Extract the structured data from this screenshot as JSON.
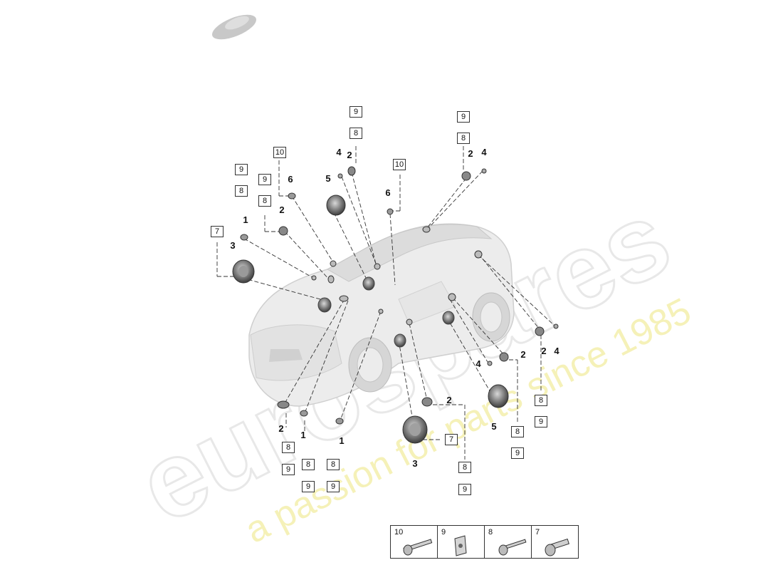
{
  "watermark": {
    "brand": "eurospares",
    "tagline": "a passion for parts since 1985"
  },
  "parts": [
    {
      "id": "p1a",
      "num": "1"
    },
    {
      "id": "p1b",
      "num": "1"
    },
    {
      "id": "p1c",
      "num": "1"
    },
    {
      "id": "p2a",
      "num": "2"
    },
    {
      "id": "p2b",
      "num": "2"
    },
    {
      "id": "p2c",
      "num": "2"
    },
    {
      "id": "p2d",
      "num": "2"
    },
    {
      "id": "p2e",
      "num": "2"
    },
    {
      "id": "p2f",
      "num": "2"
    },
    {
      "id": "p2g",
      "num": "2"
    },
    {
      "id": "p3a",
      "num": "3"
    },
    {
      "id": "p3b",
      "num": "3"
    },
    {
      "id": "p4a",
      "num": "4"
    },
    {
      "id": "p4b",
      "num": "4"
    },
    {
      "id": "p4c",
      "num": "4"
    },
    {
      "id": "p4d",
      "num": "4"
    },
    {
      "id": "p5a",
      "num": "5"
    },
    {
      "id": "p5b",
      "num": "5"
    },
    {
      "id": "p6a",
      "num": "6"
    },
    {
      "id": "p6b",
      "num": "6"
    }
  ],
  "boxes": [
    {
      "id": "b7a",
      "num": "7"
    },
    {
      "id": "b7b",
      "num": "7"
    },
    {
      "id": "b9a",
      "num": "9"
    },
    {
      "id": "b8a",
      "num": "8"
    },
    {
      "id": "b9b",
      "num": "9"
    },
    {
      "id": "b8b",
      "num": "8"
    },
    {
      "id": "b10a",
      "num": "10"
    },
    {
      "id": "b9c",
      "num": "9"
    },
    {
      "id": "b8c",
      "num": "8"
    },
    {
      "id": "b10b",
      "num": "10"
    },
    {
      "id": "b9d",
      "num": "9"
    },
    {
      "id": "b8d",
      "num": "8"
    },
    {
      "id": "b8e",
      "num": "8"
    },
    {
      "id": "b9e",
      "num": "9"
    },
    {
      "id": "b8f",
      "num": "8"
    },
    {
      "id": "b9f",
      "num": "9"
    },
    {
      "id": "b8g",
      "num": "8"
    },
    {
      "id": "b9g",
      "num": "9"
    },
    {
      "id": "b8h",
      "num": "8"
    },
    {
      "id": "b9h",
      "num": "9"
    },
    {
      "id": "b8i",
      "num": "8"
    },
    {
      "id": "b9i",
      "num": "9"
    },
    {
      "id": "b8j",
      "num": "8"
    },
    {
      "id": "b9j",
      "num": "9"
    }
  ],
  "legend": [
    "10",
    "9",
    "8",
    "7"
  ]
}
